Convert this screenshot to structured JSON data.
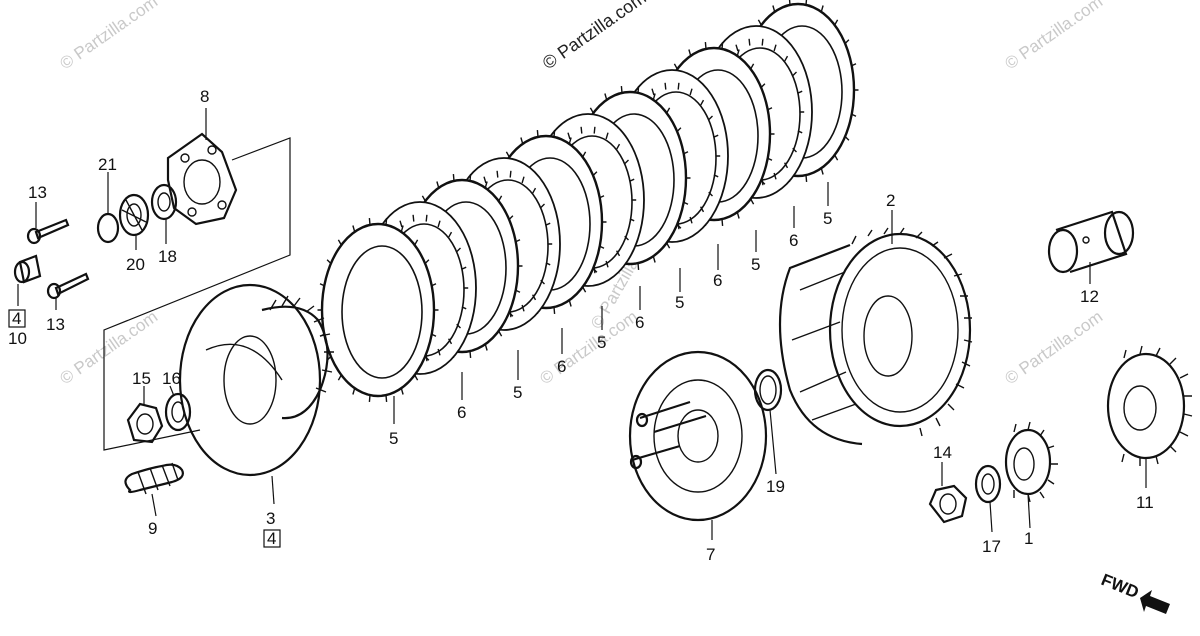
{
  "watermarks": {
    "main": "© Partzilla.com",
    "faint": "© Partzilla.com"
  },
  "direction_label": "FWD",
  "callouts": {
    "c1": "1",
    "c2": "2",
    "c3": "3",
    "c3box": "4",
    "c5a": "5",
    "c5b": "5",
    "c5c": "5",
    "c5d": "5",
    "c5e": "5",
    "c5f": "5",
    "c6a": "6",
    "c6b": "6",
    "c6c": "6",
    "c6d": "6",
    "c6e": "6",
    "c7": "7",
    "c8": "8",
    "c9": "9",
    "c10": "10",
    "c10box": "4",
    "c11": "11",
    "c12": "12",
    "c13a": "13",
    "c13b": "13",
    "c14": "14",
    "c15": "15",
    "c16": "16",
    "c17": "17",
    "c18": "18",
    "c19": "19",
    "c20": "20",
    "c21": "21"
  },
  "colors": {
    "ink": "#111111",
    "watermark": "#c9c9c9"
  }
}
